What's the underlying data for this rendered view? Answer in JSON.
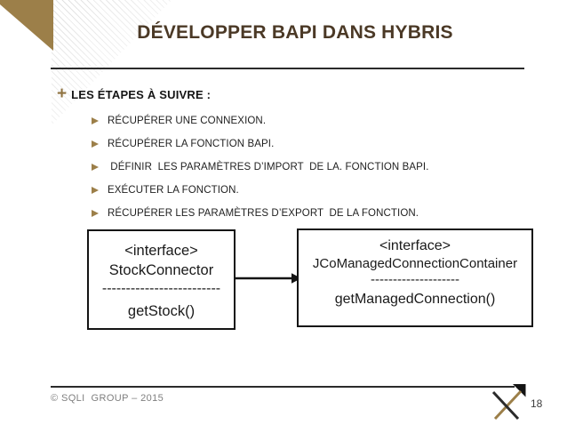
{
  "slide": {
    "title": "DÉVELOPPER BAPI DANS HYBRIS"
  },
  "steps": {
    "plus_symbol": "+",
    "heading": "LES ÉTAPES À SUIVRE :",
    "items": [
      "RÉCUPÉRER UNE CONNEXION.",
      "RÉCUPÉRER LA FONCTION BAPI.",
      " DÉFINIR  LES PARAMÈTRES D’IMPORT  DE LA. FONCTION BAPI.",
      "EXÉCUTER LA FONCTION.",
      "RÉCUPÉRER LES PARAMÈTRES D’EXPORT  DE LA FONCTION."
    ]
  },
  "diagram": {
    "left_box": {
      "stereotype": "<interface>",
      "name": "StockConnector",
      "separator": "-------------------------",
      "method": "getStock()"
    },
    "right_box": {
      "stereotype": "<interface>",
      "name": "JCoManagedConnectionContainer",
      "separator": "--------------------",
      "method": "getManagedConnection()"
    }
  },
  "footer": {
    "copyright": "© SQLI  GROUP – 2015",
    "page_number": "18"
  },
  "icons": {
    "bullet": "gold-arrowhead-icon",
    "logo": "sqli-x-logo-icon",
    "connector": "right-arrow-connector"
  },
  "colors": {
    "gold": "#9c7f49",
    "title_brown": "#4b3926",
    "text_black": "#1a1a1a",
    "footer_gray": "#7f7f7f",
    "line_dark": "#2b2b2b"
  }
}
